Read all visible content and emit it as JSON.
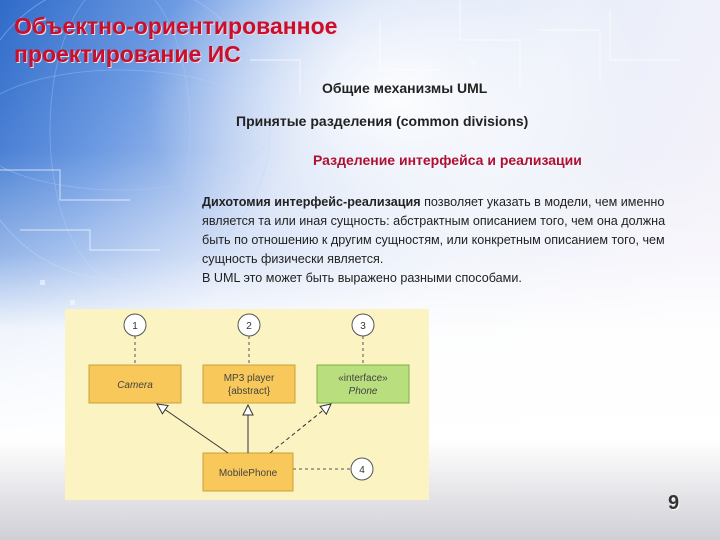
{
  "slide": {
    "title": "Объектно-ориентированное проектирование ИС",
    "subtitle": "Общие механизмы UML",
    "section": "Принятые разделения (common divisions)",
    "topic": "Разделение интерфейса и реализации",
    "body": {
      "bold_lead": "Дихотомия интерфейс-реализация",
      "text": " позволяет указать в модели, чем именно является та или иная сущность: абстрактным описанием того, чем она должна быть по отношению к другим сущностям, или конкретным описанием того, чем сущность физически является.",
      "second": "В UML это может быть выражено разными способами."
    },
    "page_number": "9"
  },
  "diagram": {
    "background": "#fbf3c2",
    "callouts": [
      "1",
      "2",
      "3",
      "4"
    ],
    "classes": {
      "camera": "Camera",
      "mp3_line1": "MP3 player",
      "mp3_line2": "{abstract}",
      "phone_line1": "«interface»",
      "phone_line2": "Phone",
      "mobile": "MobilePhone"
    }
  },
  "colors": {
    "title": "#c8102e",
    "topic": "#b01030",
    "class_fill": "#f8c95a",
    "interface_fill": "#b8de7e"
  }
}
